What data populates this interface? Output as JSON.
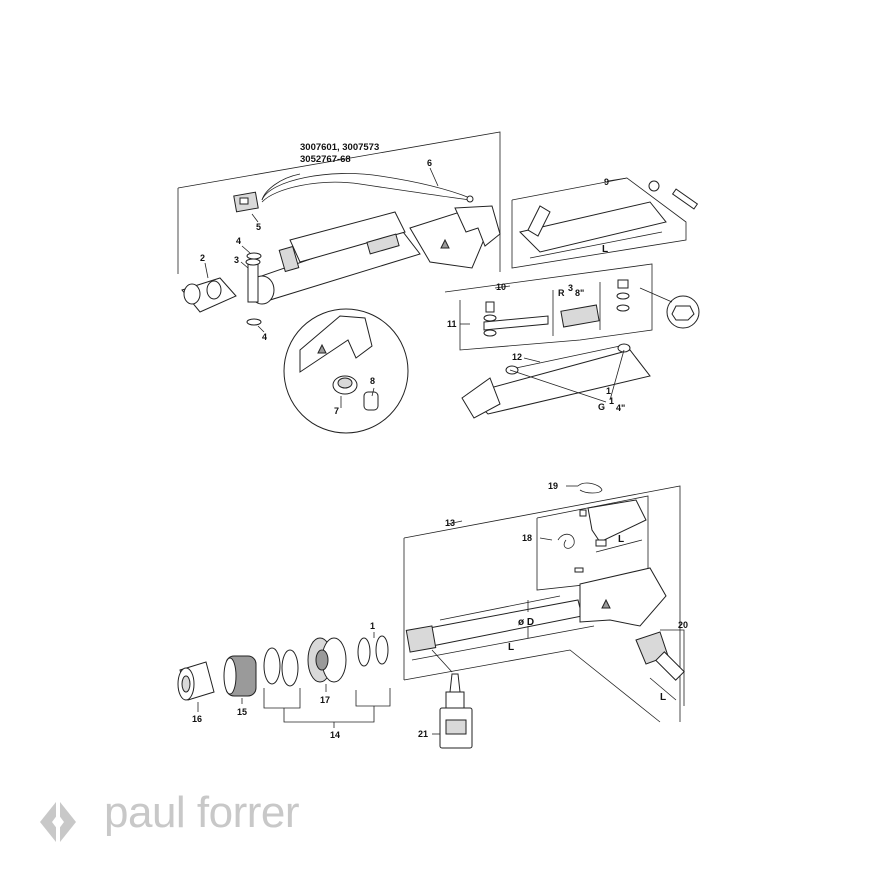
{
  "colors": {
    "line": "#222222",
    "shade": "#d9d9d9",
    "logo": "#c8c8c8"
  },
  "header": {
    "line1": "3007601, 3007573",
    "line2": "3052767-68"
  },
  "callouts": {
    "c1": "1",
    "c2": "2",
    "c3": "3",
    "c4a": "4",
    "c4b": "4",
    "c5": "5",
    "c6": "6",
    "c7": "7",
    "c8": "8",
    "c9": "9",
    "c10": "10",
    "c11": "11",
    "c12": "12",
    "c13": "13",
    "c14": "14",
    "c15": "15",
    "c16": "16",
    "c17": "17",
    "c18": "18",
    "c19": "19",
    "c20": "20",
    "c21": "21"
  },
  "dimensions": {
    "l9": "L",
    "l13": "L",
    "l18": "L",
    "l20": "L",
    "d": "ø D",
    "r_prefix": "R",
    "r_num": "3",
    "r_den": "8\"",
    "g_prefix": "G",
    "g_num": "1",
    "g_den": "4\""
  },
  "icons": [
    "paul-forrer-logo-icon"
  ],
  "logo": {
    "text": "paul forrer"
  }
}
